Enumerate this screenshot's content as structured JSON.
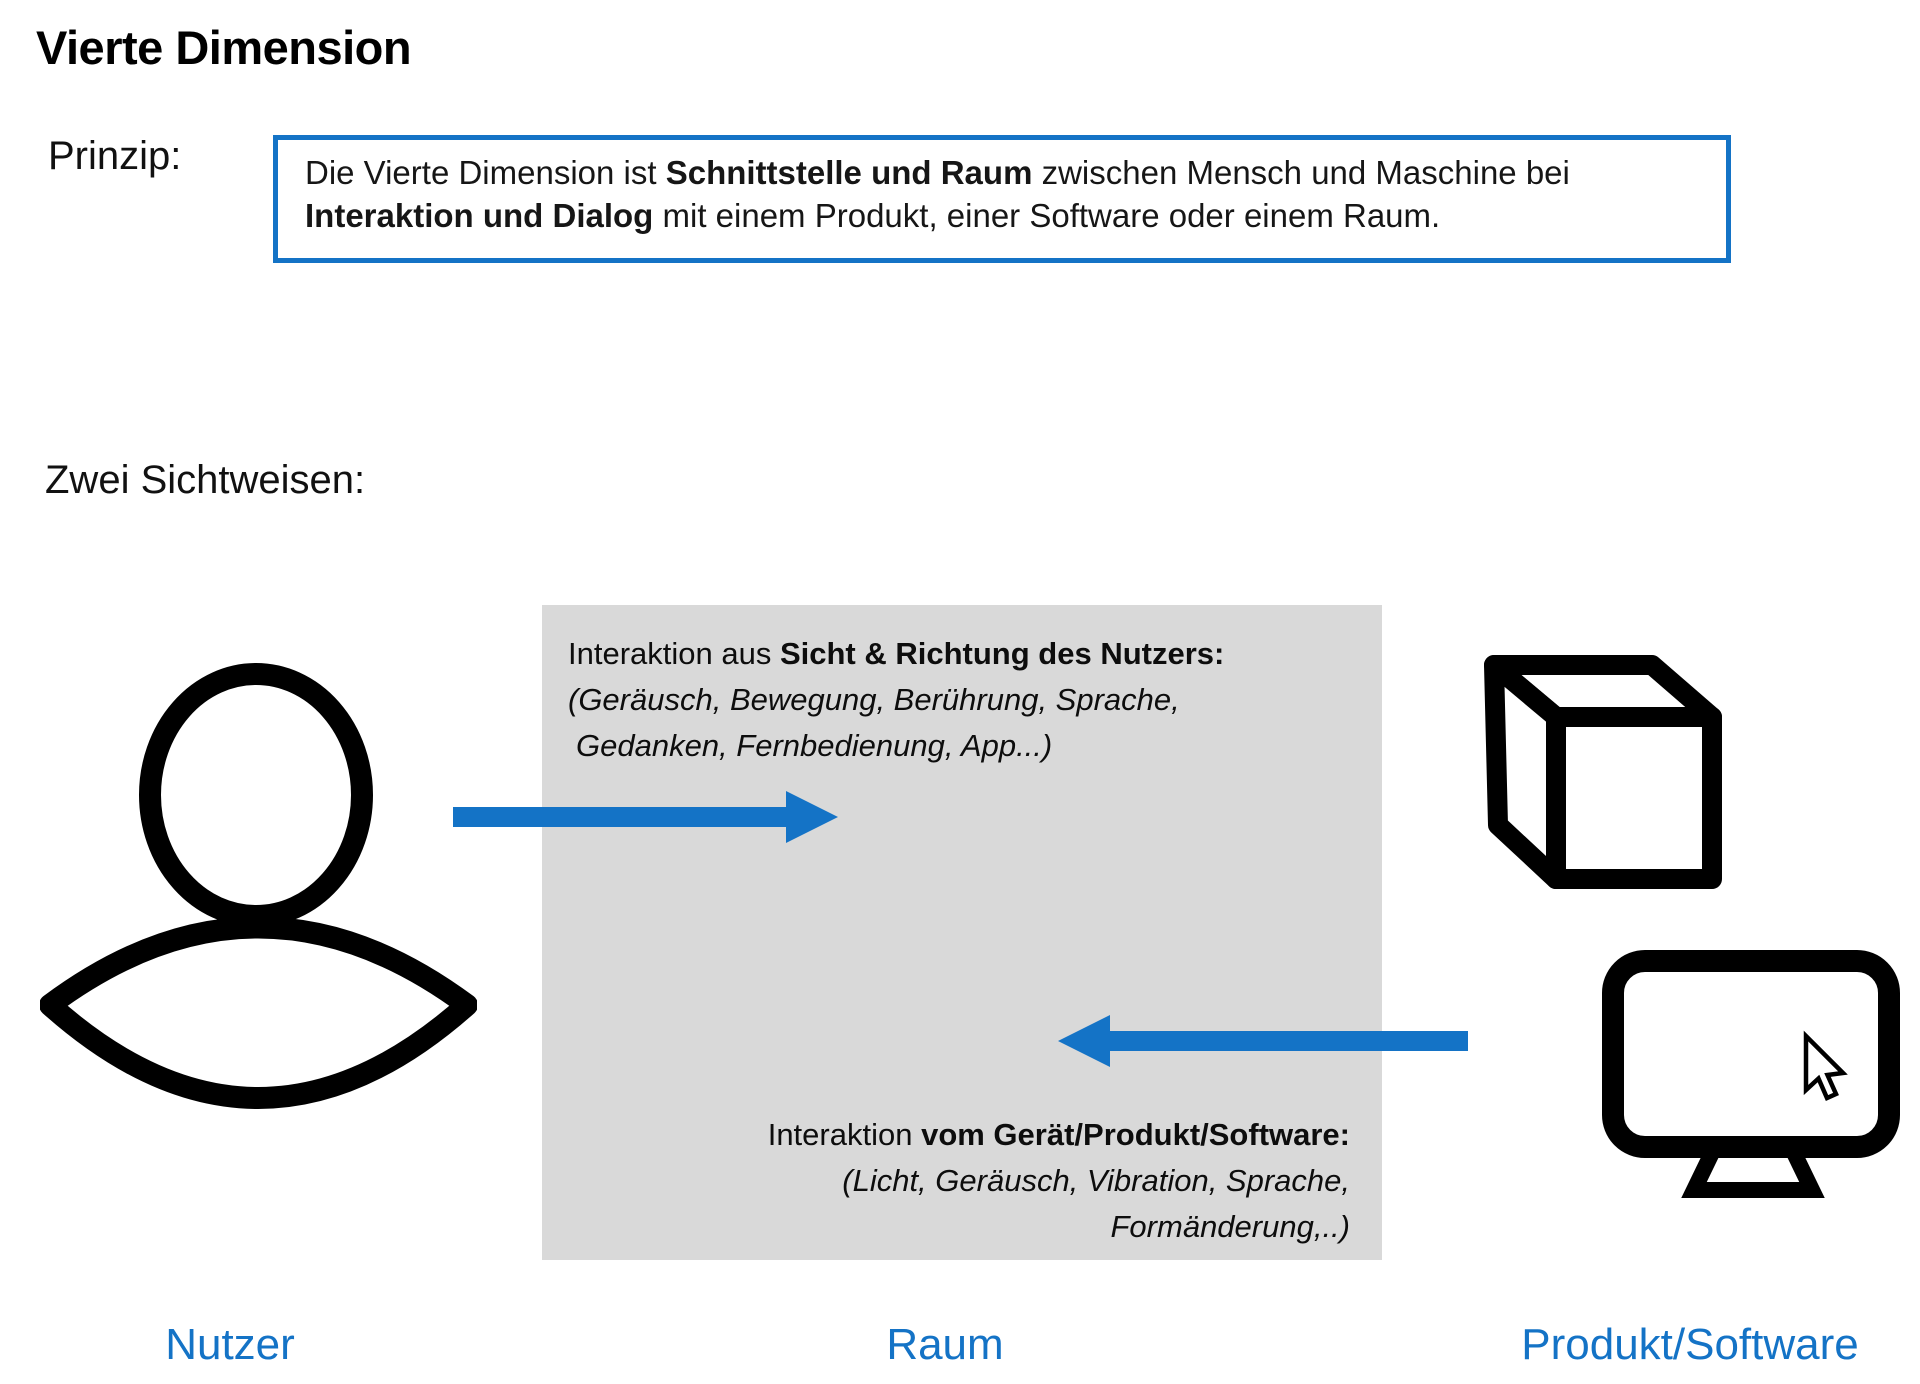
{
  "colors": {
    "accent": "#1473C6",
    "panel": "#D9D9D9",
    "ink": "#000000"
  },
  "header": {
    "title": "Vierte Dimension"
  },
  "principle": {
    "label": "Prinzip:",
    "line1": {
      "pre": "Die Vierte Dimension ist ",
      "bold": "Schnittstelle und Raum",
      "post": " zwischen Mensch und Maschine bei"
    },
    "line2": {
      "bold": "Interaktion und Dialog",
      "post": " mit einem Produkt, einer Software oder einem Raum."
    }
  },
  "views": {
    "label": "Zwei Sichtweisen:"
  },
  "room": {
    "user_interaction": {
      "intro": "Interaktion aus ",
      "bold": "Sicht & Richtung des Nutzers:",
      "detail1": "(Geräusch, Bewegung, Berührung, Sprache,",
      "detail2": "Gedanken, Fernbedienung, App...)"
    },
    "device_interaction": {
      "intro": "Interaktion ",
      "bold": "vom Gerät/Produkt/Software:",
      "detail1": "(Licht, Geräusch, Vibration, Sprache,",
      "detail2": "Formänderung,..)"
    }
  },
  "captions": {
    "user": "Nutzer",
    "room": "Raum",
    "product": "Produkt/Software"
  },
  "icons": {
    "left_figure": "person-icon",
    "right_top": "cube-icon",
    "right_bottom": "monitor-icon",
    "inside_monitor": "cursor-icon",
    "user_to_room": "arrow-right-icon",
    "product_to_room": "arrow-left-icon"
  }
}
